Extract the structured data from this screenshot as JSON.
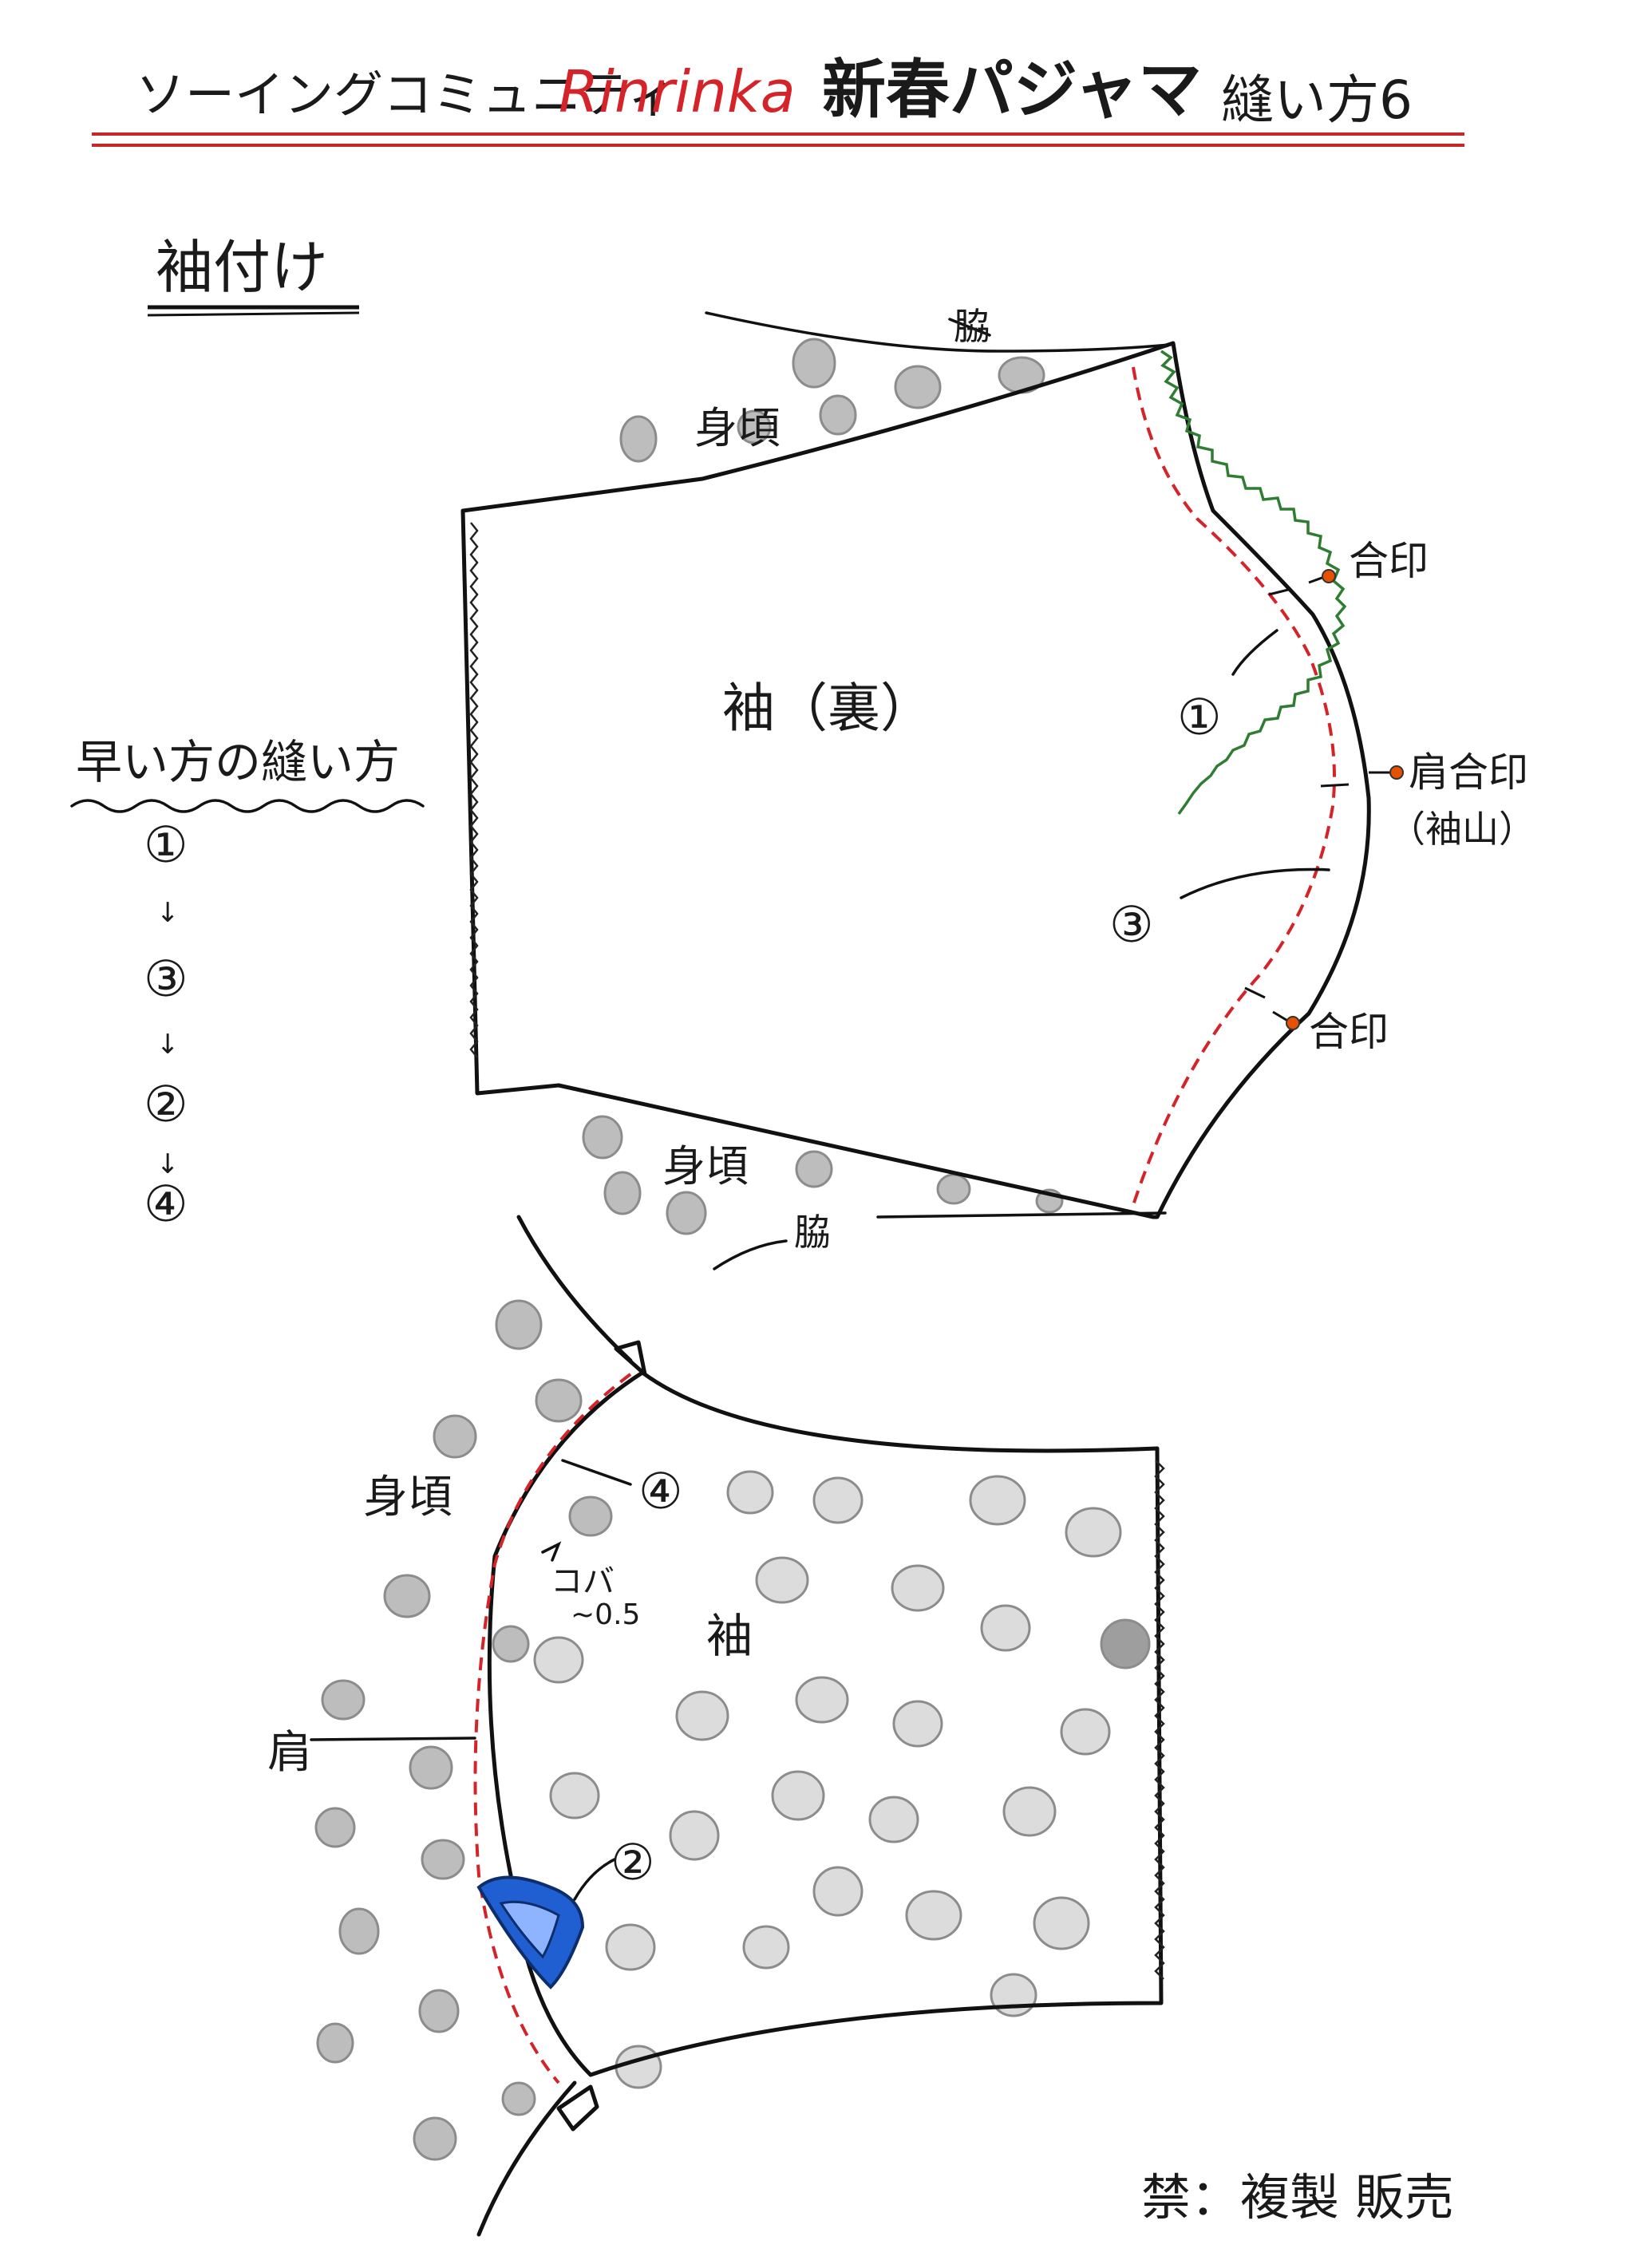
{
  "header": {
    "community": "ソーイングコミュニティ",
    "brand": "Rinrinka",
    "title": "新春パジャマ",
    "step": "縫い方6"
  },
  "section": {
    "title": "袖付け"
  },
  "order_box": {
    "title": "早い方の縫い方",
    "steps": [
      "①",
      "③",
      "②",
      "④"
    ]
  },
  "top_diagram": {
    "side_top": "脇",
    "side_bottom": "脇",
    "body_top": "身頃",
    "body_bottom": "身頃",
    "sleeve_label": "袖（裏）",
    "mark_upper": "合印",
    "mark_shoulder": "肩合印",
    "mark_shoulder_note": "（袖山）",
    "mark_lower": "合印",
    "step_1": "①",
    "step_3": "③"
  },
  "bottom_diagram": {
    "body_label": "身頃",
    "sleeve_label": "袖",
    "shoulder_label": "肩",
    "step_4": "④",
    "step_2": "②",
    "edge_note_1": "コバ",
    "edge_note_2": "~0.5"
  },
  "footer": {
    "notice": "禁：複製 販売"
  },
  "colors": {
    "accent_red": "#d4242a",
    "overlock_green": "#2f7d32",
    "iron_blue": "#1f5fd1",
    "dot_gray": "#bdbdbd"
  }
}
